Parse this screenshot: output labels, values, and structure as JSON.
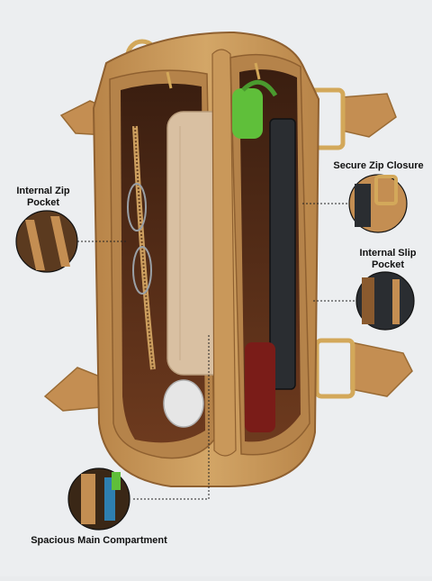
{
  "features": {
    "internal_zip_pocket": "Internal Zip Pocket",
    "secure_zip_closure": "Secure Zip Closure",
    "internal_slip_pocket": "Internal Slip Pocket",
    "main_compartment": "Spacious Main Compartment"
  },
  "colors": {
    "background": "#eceef0",
    "leather": "#c8995a",
    "leather_dark": "#9a6b34",
    "lining": "#6b3b1f",
    "hardware": "#d3a85a",
    "pouch": "#d9c0a2"
  }
}
